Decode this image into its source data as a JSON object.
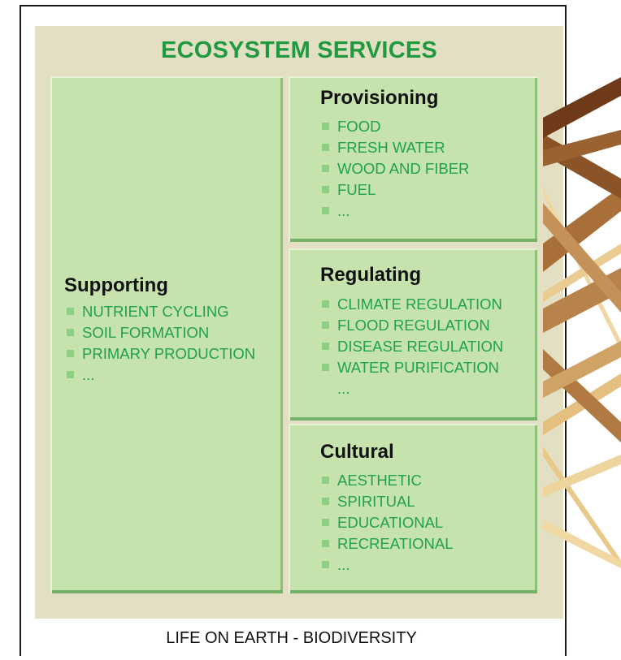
{
  "title": "ECOSYSTEM SERVICES",
  "footer": "LIFE ON EARTH - BIODIVERSITY",
  "supporting": {
    "heading": "Supporting",
    "items": [
      {
        "text": "NUTRIENT CYCLING"
      },
      {
        "text": "SOIL FORMATION"
      },
      {
        "text": "PRIMARY PRODUCTION"
      },
      {
        "text": "..."
      }
    ]
  },
  "provisioning": {
    "heading": "Provisioning",
    "items": [
      {
        "text": "FOOD"
      },
      {
        "text": "FRESH WATER"
      },
      {
        "text": "WOOD AND FIBER"
      },
      {
        "text": "FUEL"
      },
      {
        "text": "..."
      }
    ]
  },
  "regulating": {
    "heading": "Regulating",
    "items": [
      {
        "text": "CLIMATE REGULATION"
      },
      {
        "text": "FLOOD REGULATION"
      },
      {
        "text": "DISEASE REGULATION"
      },
      {
        "text": "WATER PURIFICATION"
      },
      {
        "text": "...",
        "no_bullet": true
      }
    ]
  },
  "cultural": {
    "heading": "Cultural",
    "items": [
      {
        "text": "AESTHETIC"
      },
      {
        "text": "SPIRITUAL"
      },
      {
        "text": "EDUCATIONAL"
      },
      {
        "text": "RECREATIONAL"
      },
      {
        "text": "..."
      }
    ]
  },
  "colors": {
    "title_green": "#1f9a3f",
    "item_green": "#20a24b",
    "box_fill": "#c6e3ad",
    "background_tan": "#e3dfc2",
    "strap_dark": "#6e3a18",
    "strap_mid": "#a86c34",
    "strap_light": "#e9c98a"
  }
}
